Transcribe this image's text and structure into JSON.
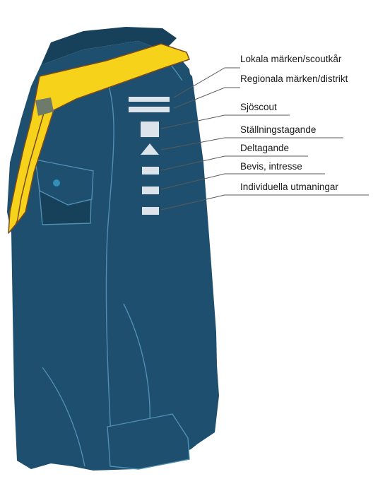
{
  "labels": [
    "Lokala märken/scoutkår",
    "Regionala märken/distrikt",
    "Sjöscout",
    "Ställningstagande",
    "Deltagande",
    "Bevis, intresse",
    "Individuella utmaningar"
  ],
  "colors": {
    "shirt": "#1e4f6e",
    "shirt_dark": "#17405b",
    "seam": "#4f8fb3",
    "scarf": "#f6d31a",
    "scarf_edge": "#7a4a1e",
    "woggle": "#6f7b6a",
    "badge": "#dce3ea",
    "leader": "#5a5a5a",
    "button": "#2f8fb8"
  }
}
